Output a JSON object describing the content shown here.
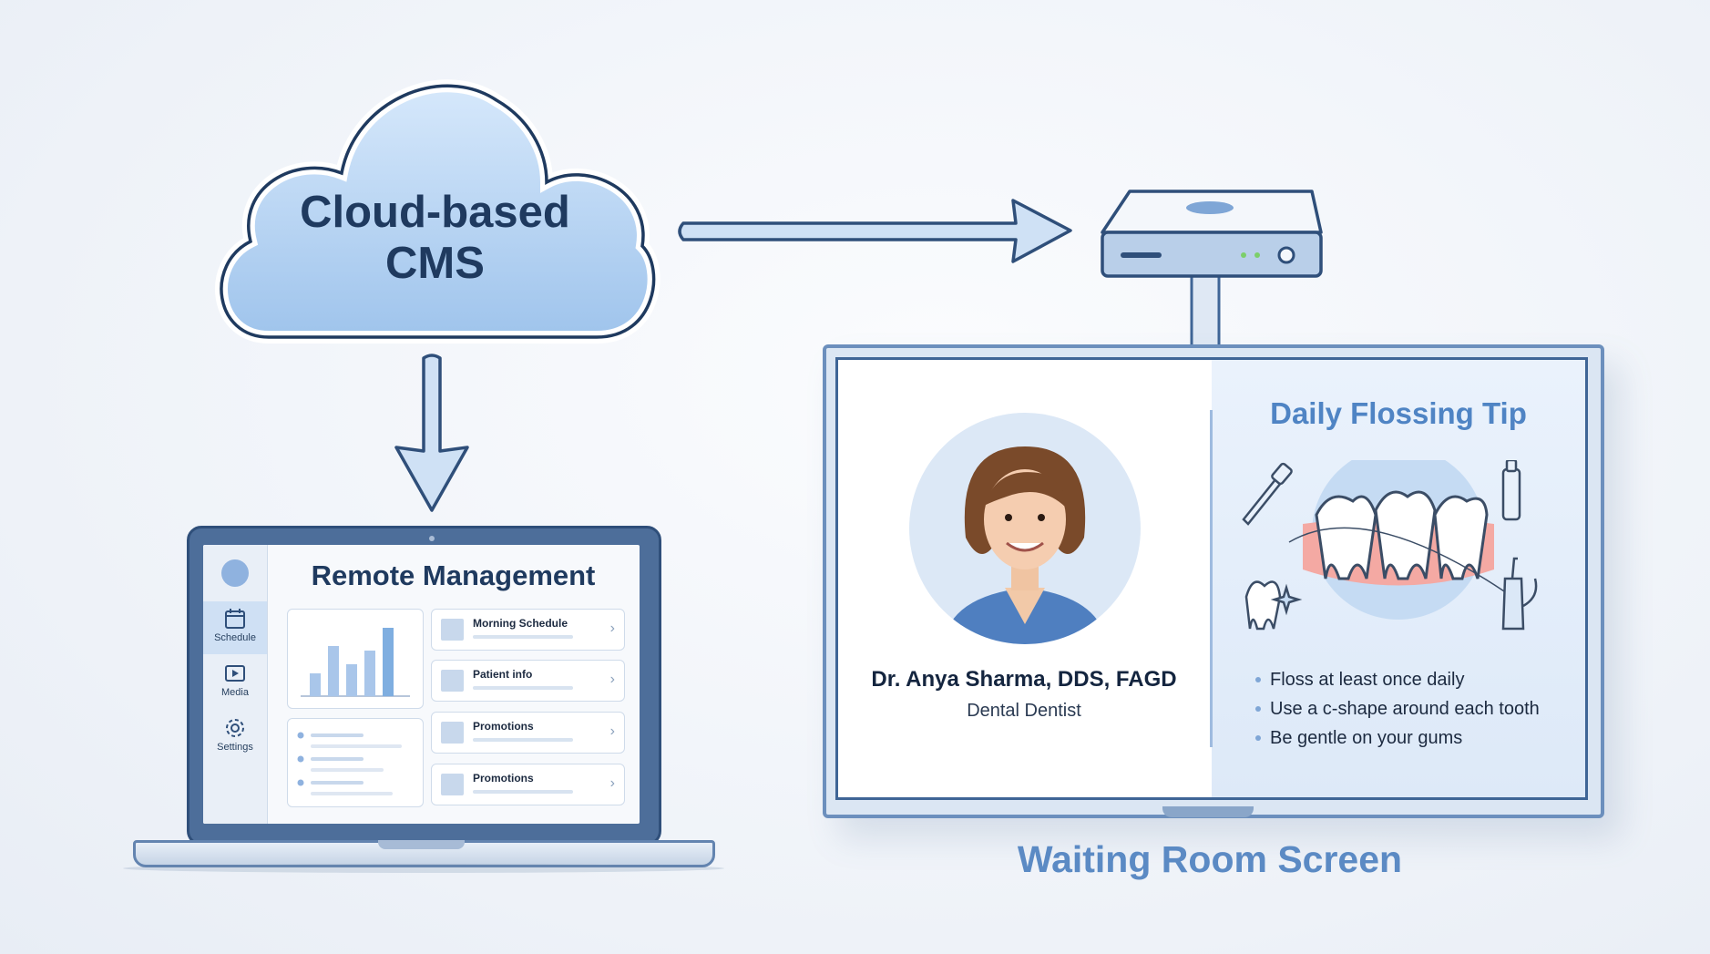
{
  "cloud": {
    "title_line1": "Cloud-based",
    "title_line2": "CMS"
  },
  "laptop": {
    "title": "Remote Management",
    "sidebar": [
      {
        "label": "Schedule",
        "icon": "calendar-icon",
        "active": true
      },
      {
        "label": "Media",
        "icon": "media-icon",
        "active": false
      },
      {
        "label": "Settings",
        "icon": "gear-icon",
        "active": false
      }
    ],
    "list_items": [
      {
        "label": "Morning Schedule"
      },
      {
        "label": "Patient info"
      },
      {
        "label": "Promotions"
      },
      {
        "label": "Promotions"
      }
    ]
  },
  "screen": {
    "doctor_name": "Dr. Anya Sharma, DDS, FAGD",
    "doctor_title": "Dental Dentist",
    "tip_title": "Daily Flossing Tip",
    "tips": [
      "Floss at least once daily",
      "Use a c-shape around each tooth",
      "Be gentle on your gums"
    ],
    "caption": "Waiting Room Screen"
  },
  "colors": {
    "accent": "#5b8ac4",
    "dark_text": "#1f3a5f",
    "cloud_fill": "#a9cbee",
    "arrow_fill": "#cfe1f5"
  }
}
